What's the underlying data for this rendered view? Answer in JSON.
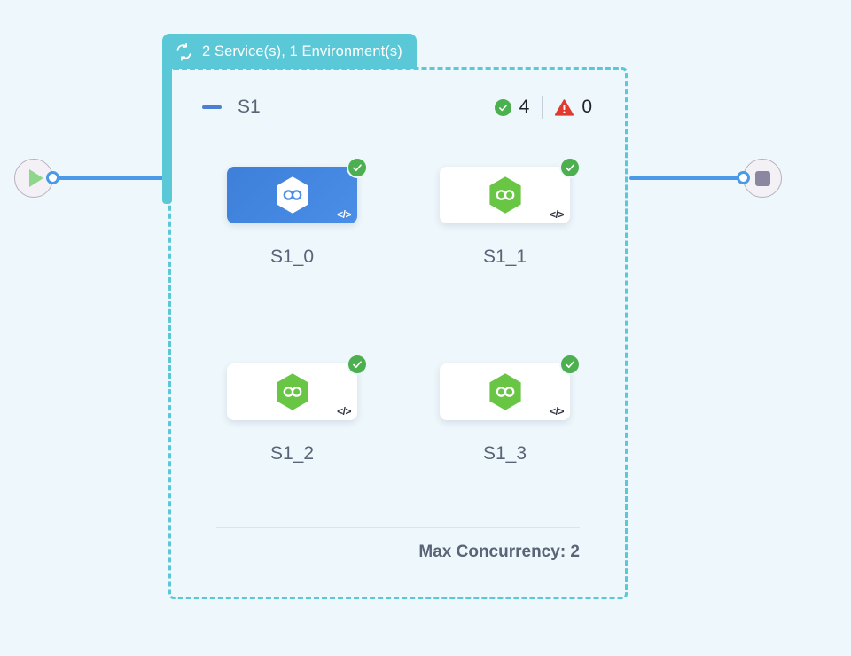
{
  "canvas": {
    "background_color": "#eef7fb",
    "accent_blue": "#4a9ae8",
    "accent_teal": "#5bc8d8",
    "success_green": "#4cb050",
    "warning_red": "#e03b30"
  },
  "start_node": {
    "icon": "play-icon",
    "label": "Start"
  },
  "stop_node": {
    "icon": "stop-icon",
    "label": "Stop"
  },
  "group": {
    "icon": "loop-icon",
    "header_title": "2 Service(s), 1 Environment(s)",
    "footer_label": "Max Concurrency: 2"
  },
  "stage": {
    "collapse_icon": "minus-icon",
    "name": "S1",
    "success": {
      "icon": "check-circle-icon",
      "count": "4"
    },
    "warning": {
      "icon": "warning-triangle-icon",
      "count": "0"
    }
  },
  "nodes": [
    {
      "label": "S1_0",
      "state": "selected",
      "status": "success",
      "status_icon": "check-circle-icon",
      "code_glyph": "</>",
      "hex_icon": "infinity-hexagon-icon"
    },
    {
      "label": "S1_1",
      "state": "idle",
      "status": "success",
      "status_icon": "check-circle-icon",
      "code_glyph": "</>",
      "hex_icon": "infinity-hexagon-icon"
    },
    {
      "label": "S1_2",
      "state": "idle",
      "status": "success",
      "status_icon": "check-circle-icon",
      "code_glyph": "</>",
      "hex_icon": "infinity-hexagon-icon"
    },
    {
      "label": "S1_3",
      "state": "idle",
      "status": "success",
      "status_icon": "check-circle-icon",
      "code_glyph": "</>",
      "hex_icon": "infinity-hexagon-icon"
    }
  ]
}
